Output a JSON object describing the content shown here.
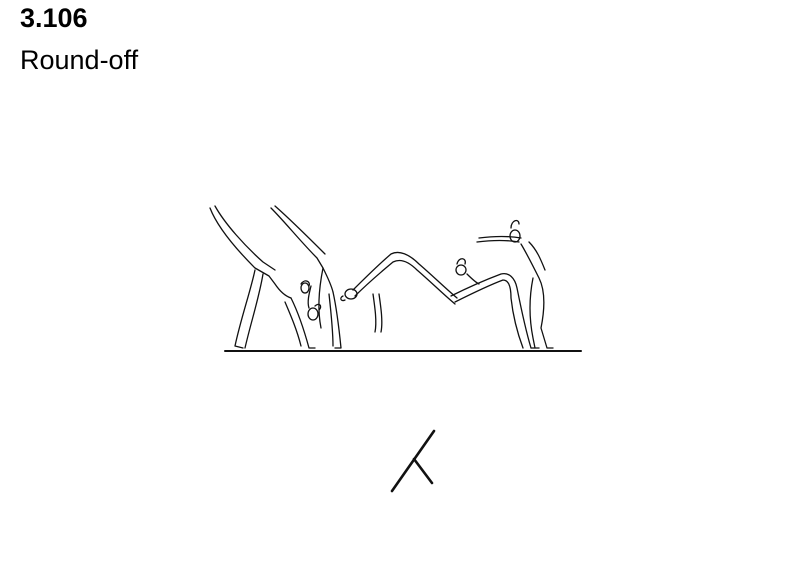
{
  "element": {
    "code": "3.106",
    "name": "Round-off"
  },
  "icons": {
    "illustration": "round-off-sequence-illustration",
    "symbol": "round-off-symbol"
  }
}
